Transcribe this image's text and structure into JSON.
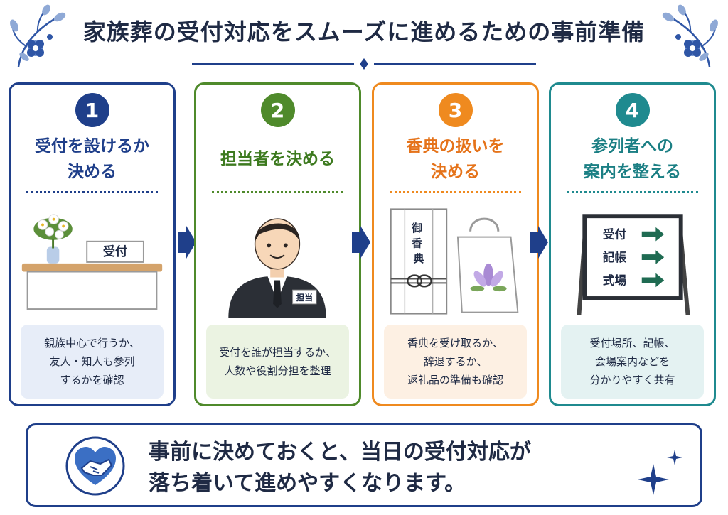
{
  "header": {
    "title": "家族葬の受付対応をスムーズに進めるための事前準備",
    "decoration_icons": [
      "floral-corner-left",
      "floral-corner-right",
      "diamond-divider"
    ]
  },
  "steps": [
    {
      "number": "1",
      "title": "受付を設けるか\n決める",
      "description": "親族中心で行うか、\n友人・知人も参列\nするかを確認",
      "color": "#1f3f8a",
      "illustration": {
        "icon": "reception-desk-icon",
        "desk_sign": "受付"
      }
    },
    {
      "number": "2",
      "title": "担当者を決める",
      "description": "受付を誰が担当するか、\n人数や役割分担を整理",
      "color": "#4f8a2b",
      "illustration": {
        "icon": "staff-person-icon",
        "badge": "担当"
      }
    },
    {
      "number": "3",
      "title": "香典の扱いを\n決める",
      "description": "香典を受け取るか、\n辞退するか、\n返礼品の準備も確認",
      "color": "#ef8a1f",
      "illustration": {
        "icon": "condolence-envelope-and-gift-bag-icon",
        "envelope_text": "御\n香\n典"
      }
    },
    {
      "number": "4",
      "title": "参列者への\n案内を整える",
      "description": "受付場所、記帳、\n会場案内などを\n分かりやすく共有",
      "color": "#1f8a8f",
      "illustration": {
        "icon": "guide-signboard-icon",
        "sign_rows": [
          "受付",
          "記帳",
          "式場"
        ]
      }
    }
  ],
  "banner": {
    "text": "事前に決めておくと、当日の受付対応が\n落ち着いて進めやすくなります。",
    "icon": "heart-handshake-icon",
    "decoration": "sparkle-icon"
  },
  "colors": {
    "navy": "#1f3f8a",
    "green": "#4f8a2b",
    "orange": "#ef8a1f",
    "teal": "#1f8a8f"
  }
}
